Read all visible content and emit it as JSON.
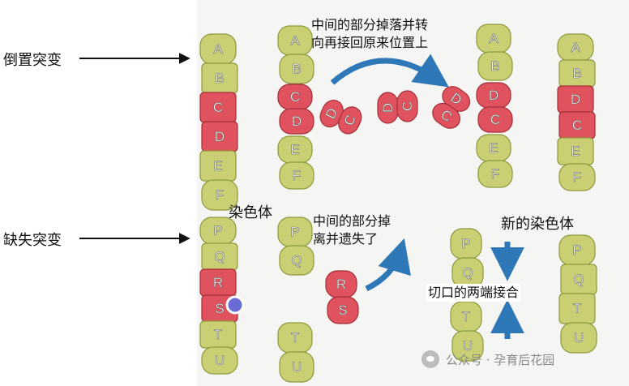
{
  "labels": {
    "inversion": "倒置突变",
    "deletion": "缺失突变",
    "chromosome": "染色体",
    "new_chromosome": "新的染色体"
  },
  "notes": {
    "inversion_line1": "中间的部分掉落并转",
    "inversion_line2": "向再接回原来位置上",
    "deletion_line1": "中间的部分掉",
    "deletion_line2": "离并遗失了",
    "rejoin": "切口的两端接合"
  },
  "genes": {
    "inv_original": [
      "A",
      "B",
      "C",
      "D",
      "E",
      "F"
    ],
    "inv_broken_top": [
      "A",
      "B"
    ],
    "inv_broken_mid": [
      "C",
      "D"
    ],
    "inv_broken_bot": [
      "E",
      "F"
    ],
    "inv_flip1": [
      "D",
      "C"
    ],
    "inv_flip2": [
      "D",
      "C"
    ],
    "inv_flip3": [
      "D",
      "C"
    ],
    "inv_result": [
      "A",
      "B",
      "D",
      "C",
      "E",
      "F"
    ],
    "del_original": [
      "P",
      "Q",
      "R",
      "S",
      "T",
      "U"
    ],
    "del_top": [
      "P",
      "Q"
    ],
    "del_mid": [
      "R",
      "S"
    ],
    "del_bot": [
      "T",
      "U"
    ],
    "del_join_top": [
      "P",
      "Q"
    ],
    "del_join_bot": [
      "T",
      "U"
    ],
    "del_result": [
      "P",
      "Q",
      "T",
      "U"
    ]
  },
  "watermark": "公众号 · 孕育后花园",
  "colors": {
    "yellow": "#c9cf72",
    "yellow_dark": "#8e9a3c",
    "red": "#e0525d",
    "red_dark": "#a3303a",
    "arrow_blue": "#2f78b8",
    "marker": "#6b6bd6"
  }
}
